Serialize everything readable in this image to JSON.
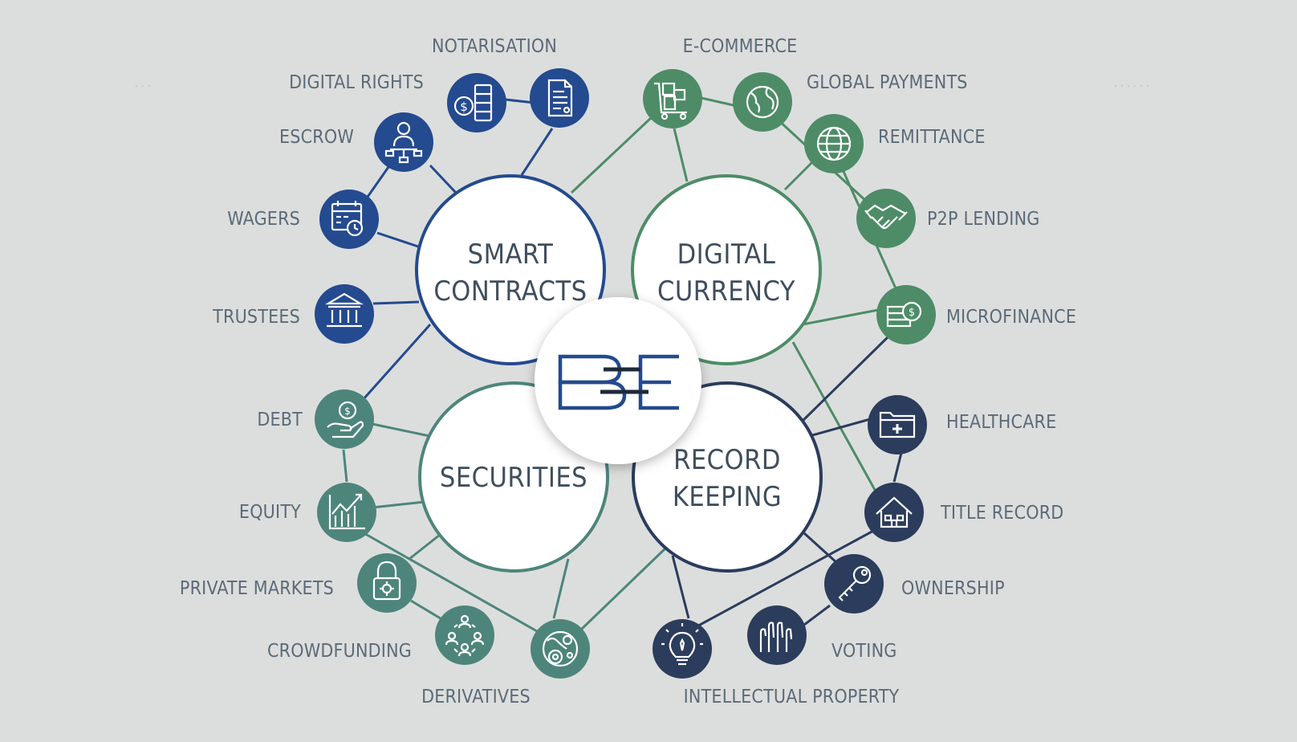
{
  "hubs": [
    {
      "id": "smart",
      "lines": [
        "SMART",
        "CONTRACTS"
      ],
      "color": "#244a8f"
    },
    {
      "id": "currency",
      "lines": [
        "DIGITAL",
        "CURRENCY"
      ],
      "color": "#4d8c67"
    },
    {
      "id": "securities",
      "lines": [
        "SECURITIES"
      ],
      "color": "#4d857b"
    },
    {
      "id": "record",
      "lines": [
        "RECORD",
        "KEEPING"
      ],
      "color": "#2b3c5c"
    }
  ],
  "nodes": [
    {
      "name": "digital-rights",
      "label": "DIGITAL RIGHTS",
      "color": "#244a8f",
      "icon": "money-server-icon"
    },
    {
      "name": "notarisation",
      "label": "NOTARISATION",
      "color": "#244a8f",
      "icon": "document-icon"
    },
    {
      "name": "escrow",
      "label": "ESCROW",
      "color": "#244a8f",
      "icon": "person-network-icon"
    },
    {
      "name": "wagers",
      "label": "WAGERS",
      "color": "#244a8f",
      "icon": "calendar-clock-icon"
    },
    {
      "name": "trustees",
      "label": "TRUSTEES",
      "color": "#244a8f",
      "icon": "bank-icon"
    },
    {
      "name": "e-commerce",
      "label": "E-COMMERCE",
      "color": "#4d8c67",
      "icon": "cart-boxes-icon"
    },
    {
      "name": "global-payments",
      "label": "GLOBAL PAYMENTS",
      "color": "#4d8c67",
      "icon": "globe-icon"
    },
    {
      "name": "remittance",
      "label": "REMITTANCE",
      "color": "#4d8c67",
      "icon": "globe-pin-icon"
    },
    {
      "name": "p2p-lending",
      "label": "P2P LENDING",
      "color": "#4d8c67",
      "icon": "handshake-icon"
    },
    {
      "name": "microfinance",
      "label": "MICROFINANCE",
      "color": "#4d8c67",
      "icon": "cash-stack-icon"
    },
    {
      "name": "debt",
      "label": "DEBT",
      "color": "#4d857b",
      "icon": "hand-coin-icon"
    },
    {
      "name": "equity",
      "label": "EQUITY",
      "color": "#4d857b",
      "icon": "chart-growth-icon"
    },
    {
      "name": "private-markets",
      "label": "PRIVATE MARKETS",
      "color": "#4d857b",
      "icon": "lock-gear-icon"
    },
    {
      "name": "crowdfunding",
      "label": "CROWDFUNDING",
      "color": "#4d857b",
      "icon": "people-cycle-icon"
    },
    {
      "name": "derivatives",
      "label": "DERIVATIVES",
      "color": "#4d857b",
      "icon": "cells-icon"
    },
    {
      "name": "healthcare",
      "label": "HEALTHCARE",
      "color": "#2b3c5c",
      "icon": "medical-folder-icon"
    },
    {
      "name": "title-record",
      "label": "TITLE RECORD",
      "color": "#2b3c5c",
      "icon": "house-icon"
    },
    {
      "name": "ownership",
      "label": "OWNERSHIP",
      "color": "#2b3c5c",
      "icon": "key-icon"
    },
    {
      "name": "voting",
      "label": "VOTING",
      "color": "#2b3c5c",
      "icon": "raised-hands-icon"
    },
    {
      "name": "intellectual-property",
      "label": "INTELLECTUAL PROPERTY",
      "color": "#2b3c5c",
      "icon": "lightbulb-icon"
    }
  ],
  "logo": {
    "icon": "be-logo-icon",
    "color": "#244a8f"
  }
}
